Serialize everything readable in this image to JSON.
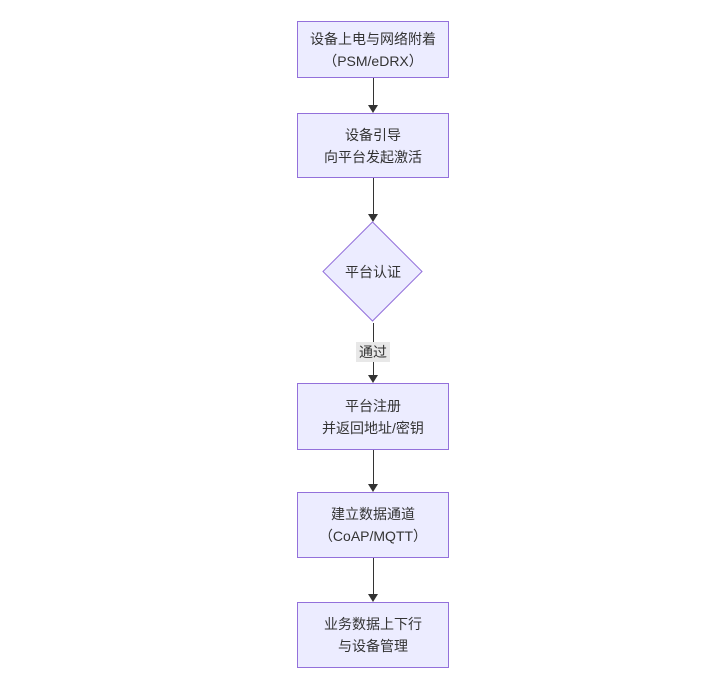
{
  "diagram": {
    "type": "flowchart-vertical",
    "nodes": {
      "power_attach": {
        "line1": "设备上电与网络附着",
        "line2": "（PSM/eDRX）"
      },
      "bootstrap": {
        "line1": "设备引导",
        "line2": "向平台发起激活"
      },
      "auth": {
        "label": "平台认证"
      },
      "register": {
        "line1": "平台注册",
        "line2": "并返回地址/密钥"
      },
      "channel": {
        "line1": "建立数据通道",
        "line2": "（CoAP/MQTT）"
      },
      "business": {
        "line1": "业务数据上下行",
        "line2": "与设备管理"
      }
    },
    "edge_labels": {
      "pass": "通过"
    },
    "colors": {
      "node_fill": "#ECECFF",
      "node_border": "#9370DB",
      "arrow": "#333333",
      "edge_label_bg": "#e8e8e8",
      "text": "#333333"
    }
  }
}
